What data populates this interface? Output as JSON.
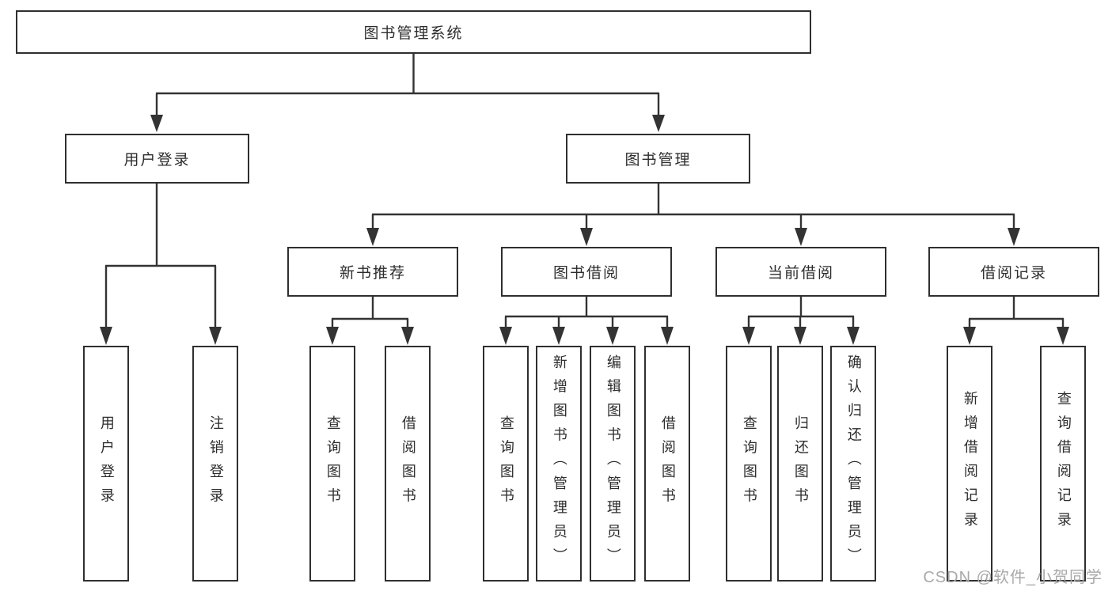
{
  "tree": {
    "root": {
      "label": "图书管理系统",
      "children": [
        {
          "label": "用户登录",
          "children": [
            {
              "label": "用户登录"
            },
            {
              "label": "注销登录"
            }
          ]
        },
        {
          "label": "图书管理",
          "children": [
            {
              "label": "新书推荐",
              "children": [
                {
                  "label": "查询图书"
                },
                {
                  "label": "借阅图书"
                }
              ]
            },
            {
              "label": "图书借阅",
              "children": [
                {
                  "label": "查询图书"
                },
                {
                  "label": "新增图书（管理员）"
                },
                {
                  "label": "编辑图书（管理员）"
                },
                {
                  "label": "借阅图书"
                }
              ]
            },
            {
              "label": "当前借阅",
              "children": [
                {
                  "label": "查询图书"
                },
                {
                  "label": "归还图书"
                },
                {
                  "label": "确认归还（管理员）"
                }
              ]
            },
            {
              "label": "借阅记录",
              "children": [
                {
                  "label": "新增借阅记录"
                },
                {
                  "label": "查询借阅记录"
                }
              ]
            }
          ]
        }
      ]
    }
  },
  "watermark": {
    "text": "CSDN @软件_小贺同学"
  },
  "colors": {
    "line": "#333333",
    "box_border": "#2f2f2f",
    "text": "#2d2d2d",
    "watermark": "#a9a9a9",
    "background": "#ffffff"
  }
}
